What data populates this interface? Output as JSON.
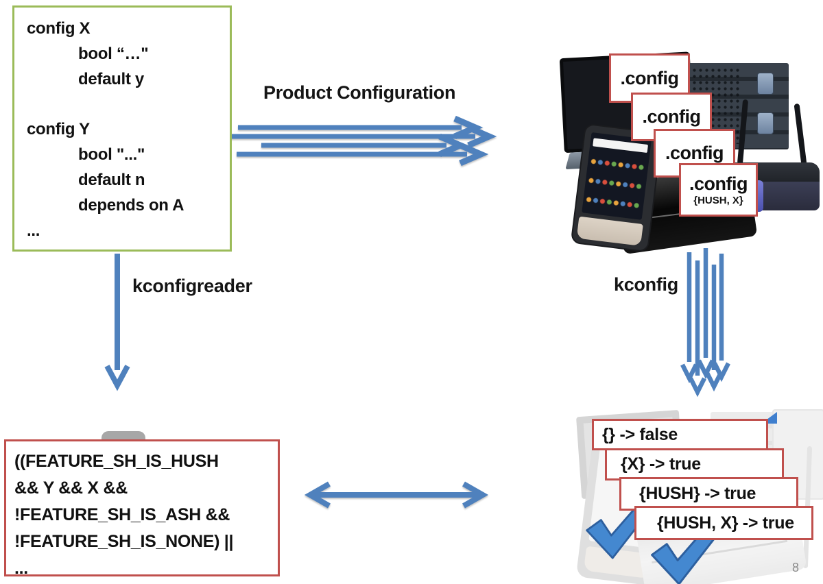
{
  "slide": {
    "page_number": "8"
  },
  "colors": {
    "arrow_blue": "#4f81bd",
    "green_border": "#9bbb59",
    "red_border": "#c0504d",
    "check_blue": "#4488d0"
  },
  "labels": {
    "product_configuration": "Product Configuration",
    "kconfigreader": "kconfigreader",
    "kconfig": "kconfig"
  },
  "kconfig_model": {
    "lines": [
      "config X",
      "bool “…\"",
      "default y",
      "config Y",
      "bool \"...\"",
      "default n",
      "depends on A",
      "..."
    ]
  },
  "config_files": {
    "items": [
      ".config",
      ".config",
      ".config",
      ".config"
    ],
    "variant_sublabel": "{HUSH, X}"
  },
  "formula": {
    "lines": [
      "((FEATURE_SH_IS_HUSH",
      "&& Y && X &&",
      "!FEATURE_SH_IS_ASH &&",
      "!FEATURE_SH_IS_NONE) ||",
      "..."
    ]
  },
  "evaluations": {
    "items": [
      "{} -> false",
      "{X} -> true",
      "{HUSH} -> true",
      "{HUSH, X} -> true"
    ]
  },
  "images": {
    "top_right_devices": [
      "laptop",
      "server-rack",
      "smartphone",
      "game-console",
      "wireless-router"
    ],
    "bottom_right_devices": [
      "laptop",
      "server-rack",
      "smartphone",
      "game-console",
      "checkmark"
    ]
  }
}
